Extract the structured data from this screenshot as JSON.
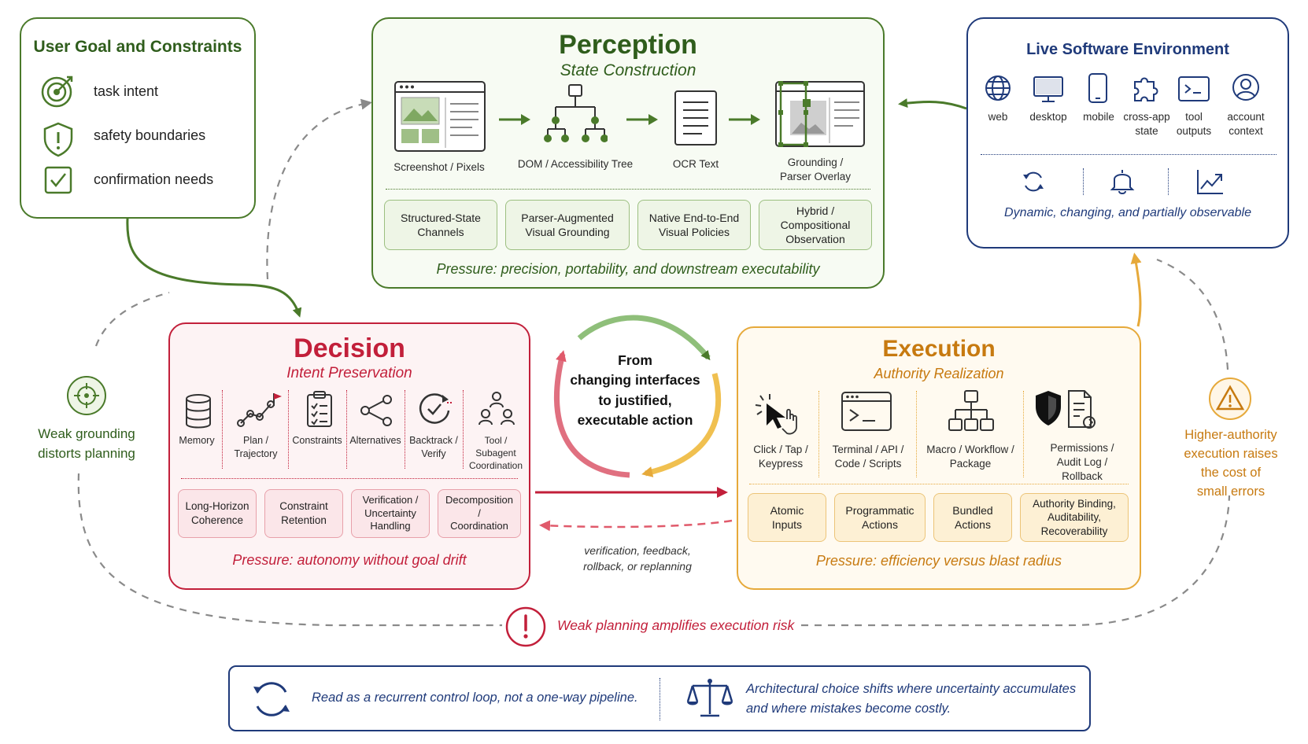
{
  "goal": {
    "title": "User Goal and Constraints",
    "items": [
      "task intent",
      "safety boundaries",
      "confirmation needs"
    ]
  },
  "perception": {
    "title": "Perception",
    "subtitle": "State Construction",
    "stages": [
      "Screenshot / Pixels",
      "DOM / Accessibility Tree",
      "OCR Text",
      "Grounding /\nParser Overlay"
    ],
    "approaches": [
      "Structured-State\nChannels",
      "Parser-Augmented\nVisual Grounding",
      "Native End-to-End\nVisual Policies",
      "Hybrid /\nCompositional\nObservation"
    ],
    "pressure": "Pressure: precision, portability, and downstream executability"
  },
  "environment": {
    "title": "Live Software Environment",
    "items": [
      "web",
      "desktop",
      "mobile",
      "cross-app\nstate",
      "tool\noutputs",
      "account\ncontext"
    ],
    "caption": "Dynamic, changing, and partially observable"
  },
  "decision": {
    "title": "Decision",
    "subtitle": "Intent Preservation",
    "components": [
      "Memory",
      "Plan /\nTrajectory",
      "Constraints",
      "Alternatives",
      "Backtrack /\nVerify",
      "Tool /\nSubagent\nCoordination"
    ],
    "challenges": [
      "Long-Horizon\nCoherence",
      "Constraint\nRetention",
      "Verification /\nUncertainty\nHandling",
      "Decomposition /\nCoordination"
    ],
    "pressure": "Pressure: autonomy without goal drift"
  },
  "execution": {
    "title": "Execution",
    "subtitle": "Authority Realization",
    "components": [
      "Click / Tap /\nKeypress",
      "Terminal / API /\nCode / Scripts",
      "Macro / Workflow /\nPackage",
      "Permissions /\nAudit Log /\nRollback"
    ],
    "levels": [
      "Atomic\nInputs",
      "Programmatic\nActions",
      "Bundled\nActions",
      "Authority Binding,\nAuditability,\nRecoverability"
    ],
    "pressure": "Pressure: efficiency versus blast radius"
  },
  "loop": {
    "center": "From\nchanging interfaces\nto justified,\nexecutable action",
    "feedback": "verification, feedback,\nrollback, or replanning"
  },
  "notes": {
    "left": "Weak grounding\ndistorts planning",
    "right": "Higher-authority\nexecution raises\nthe cost of\nsmall errors",
    "bottom": "Weak planning amplifies execution risk"
  },
  "footer": {
    "left": "Read as a recurrent control loop, not a one-way pipeline.",
    "right": "Architectural choice shifts where uncertainty accumulates\nand where mistakes become costly."
  },
  "colors": {
    "green": "#4a7a2a",
    "green_dark": "#2f5d1c",
    "red": "#c21f3a",
    "orange": "#c77a10",
    "navy": "#1f3a7a",
    "gray_dash": "#8a8a8a"
  }
}
